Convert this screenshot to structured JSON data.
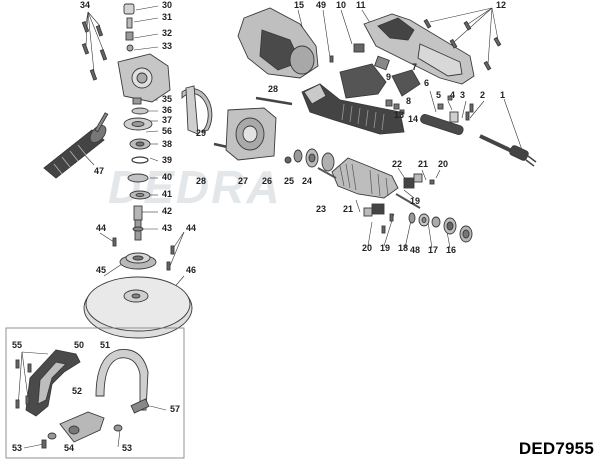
{
  "model_code": "DED7955",
  "watermark": "DEDRA",
  "part_numbers": [
    "1",
    "2",
    "3",
    "4",
    "5",
    "6",
    "7",
    "8",
    "9",
    "10",
    "11",
    "12",
    "13",
    "14",
    "15",
    "16",
    "17",
    "18",
    "19",
    "20",
    "21",
    "22",
    "23",
    "24",
    "25",
    "26",
    "27",
    "28",
    "29",
    "30",
    "31",
    "32",
    "33",
    "34",
    "35",
    "36",
    "37",
    "38",
    "39",
    "40",
    "41",
    "42",
    "43",
    "44",
    "45",
    "46",
    "47",
    "48",
    "49",
    "50",
    "51",
    "52",
    "53",
    "54",
    "55",
    "56",
    "57"
  ]
}
